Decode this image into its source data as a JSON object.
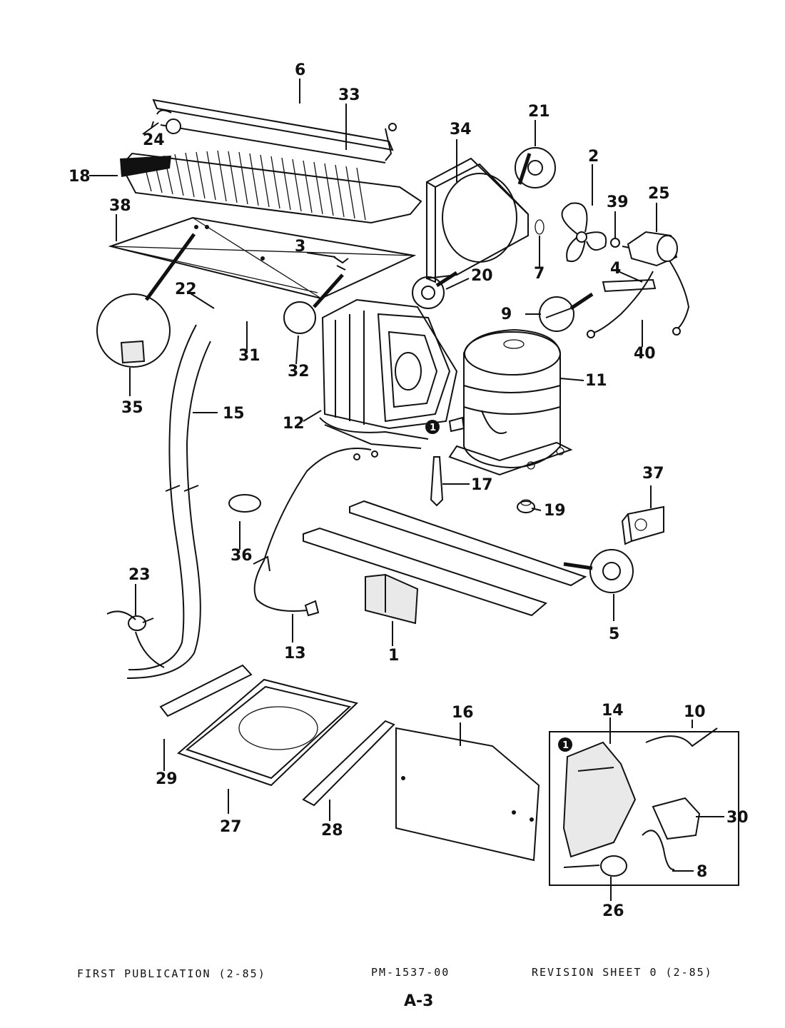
{
  "callouts": {
    "c1": "1",
    "c2": "2",
    "c3": "3",
    "c4": "4",
    "c5": "5",
    "c6": "6",
    "c7": "7",
    "c8": "8",
    "c9": "9",
    "c10": "10",
    "c11": "11",
    "c12": "12",
    "c13": "13",
    "c14": "14",
    "c15": "15",
    "c16": "16",
    "c17": "17",
    "c18": "18",
    "c19": "19",
    "c20": "20",
    "c21": "21",
    "c22": "22",
    "c23": "23",
    "c24": "24",
    "c25": "25",
    "c26": "26",
    "c27": "27",
    "c28": "28",
    "c29": "29",
    "c30": "30",
    "c31": "31",
    "c32": "32",
    "c33": "33",
    "c34": "34",
    "c35": "35",
    "c36": "36",
    "c37": "37",
    "c38": "38",
    "c39": "39",
    "c40": "40"
  },
  "note_marker": "1",
  "footer": {
    "first_publication": "FIRST PUBLICATION (2-85)",
    "part_number": "PM-1537-00",
    "revision": "REVISION SHEET 0 (2-85)",
    "page": "A-3"
  }
}
